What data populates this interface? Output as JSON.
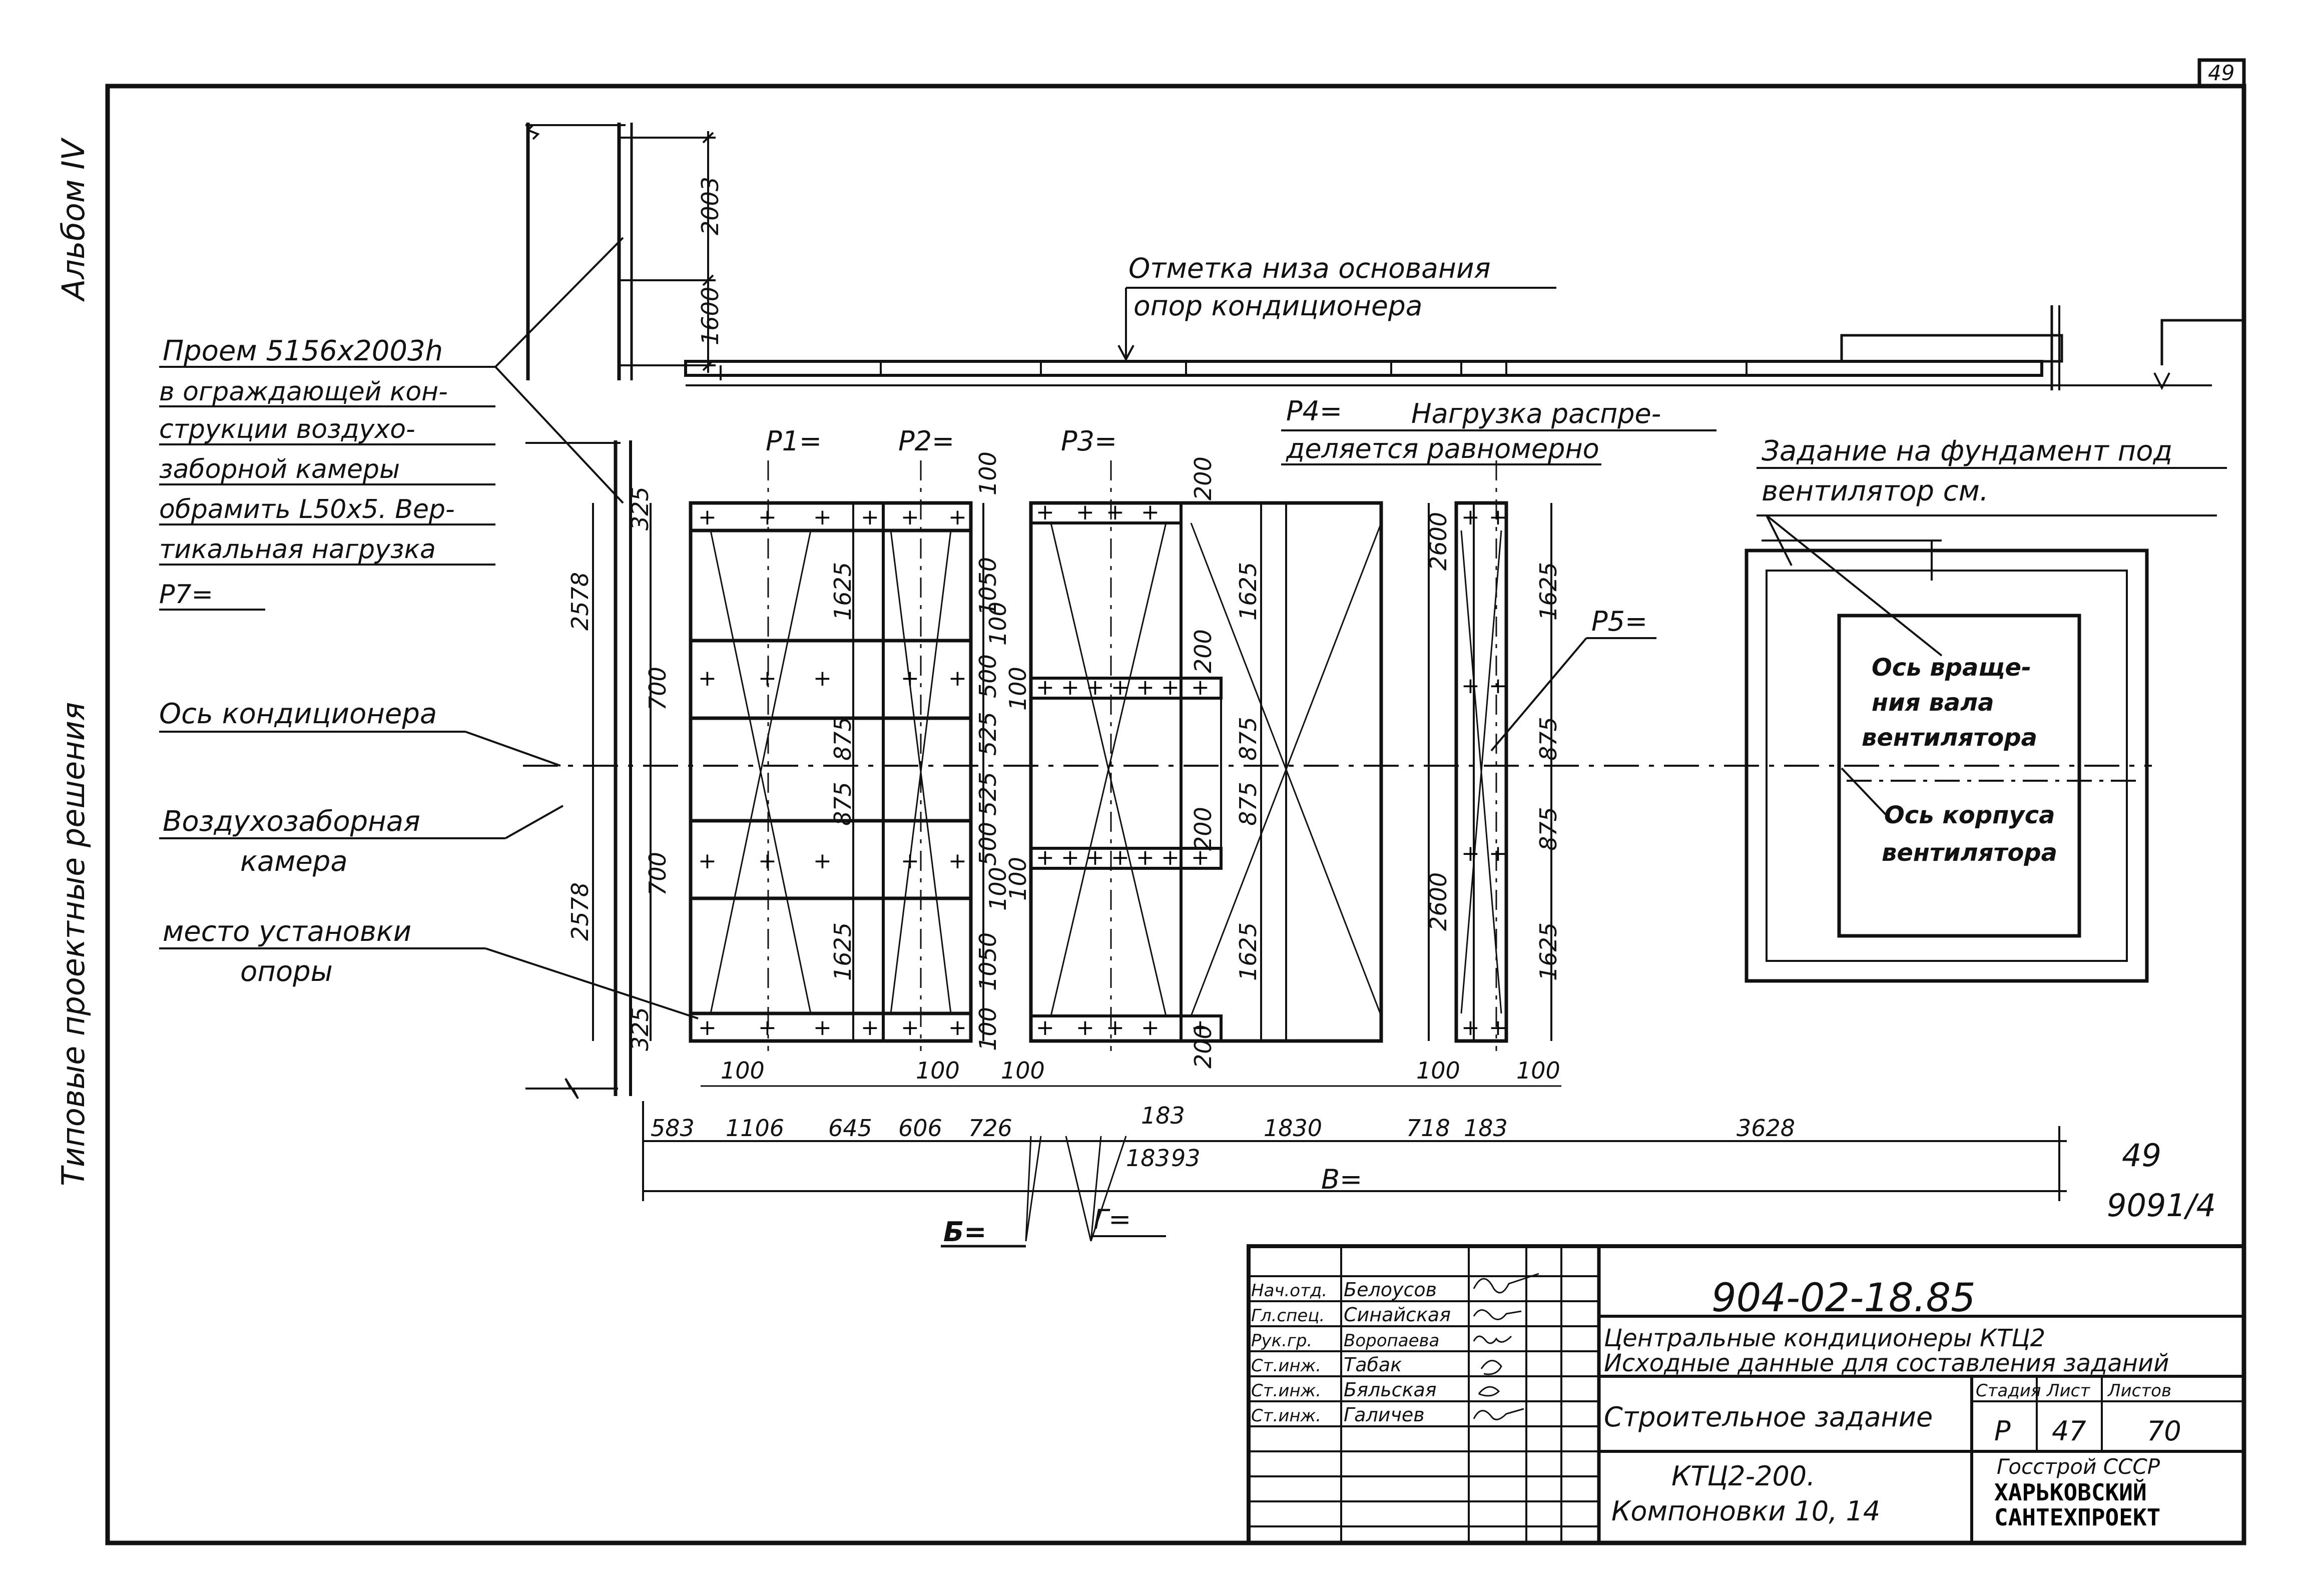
{
  "sheet": {
    "page_number": "49"
  },
  "side_labels": {
    "album": "Альбом IV",
    "series": "Типовые проектные решения"
  },
  "notes": {
    "opening": [
      "Проем 5156х2003h",
      "в ограждающей кон-",
      "струкции воздухо-",
      "заборной камеры",
      "обрамить L50х5. Вер-",
      "тикальная нагрузка",
      "P7="
    ],
    "axis_conditioner": "Ось кондиционера",
    "intake_chamber": [
      "Воздухозаборная",
      "камера"
    ],
    "support_place": [
      "место установки",
      "опоры"
    ],
    "base_level": [
      "Отметка низа основания",
      "опор кондиционера"
    ],
    "p4": "P4=",
    "load_distributed": [
      "Нагрузка распре-",
      "деляется равномерно"
    ],
    "fan_task": [
      "Задание на фундамент под",
      "вентилятор см."
    ],
    "shaft_axis": [
      "Ось враще-",
      "ния вала",
      "вентилятора"
    ],
    "casing_axis": [
      "Ось корпуса",
      "вентилятора"
    ],
    "p1": "P1=",
    "p2": "P2=",
    "p3": "P3=",
    "p5": "P5=",
    "b_label": "Б=",
    "f_label": "Г=",
    "v_label": "В=",
    "sheet_ref": "49",
    "sheet_ref2": "9091/4"
  },
  "dimensions": {
    "upper_2003": "2003",
    "upper_1600": "1600",
    "left_2578_top": "2578",
    "left_2578_bottom": "2578",
    "s325_top": "325",
    "s325_bottom": "325",
    "s700_top": "700",
    "s700_bottom": "700",
    "s1625_a": "1625",
    "s875_a": "875",
    "s875_b": "875",
    "s1625_b": "1625",
    "s100_a": "100",
    "s1050_a": "1050",
    "s100_b": "100",
    "s500_a": "500",
    "s525_a": "525",
    "s525_b": "525",
    "s500_b": "500",
    "s100_c": "100",
    "s1050_b": "1050",
    "s100_d": "100",
    "s100_e": "100",
    "s100_f": "100",
    "s200_a": "200",
    "s200_b": "200",
    "s200_c": "200",
    "s200_d": "200",
    "s1625_c": "1625",
    "s875_c": "875",
    "s875_d": "875",
    "s1625_d": "1625",
    "s2600_top": "2600",
    "s2600_bottom": "2600",
    "s1625_e": "1625",
    "s875_e": "875",
    "s875_f": "875",
    "s1625_f": "1625",
    "b100_a": "100",
    "b100_b": "100",
    "b100_c": "100",
    "b100_d": "100",
    "b100_e": "100",
    "chain": [
      "583",
      "1106",
      "645",
      "606",
      "726",
      "183",
      "1830",
      "718",
      "183",
      "3628"
    ],
    "sub_183": "183",
    "sub_93": "93"
  },
  "title_block": {
    "code": "904-02-18.85",
    "staff": [
      {
        "role": "Нач.отд.",
        "name": "Белоусов"
      },
      {
        "role": "Гл.спец.",
        "name": "Синайская"
      },
      {
        "role": "Рук.гр.",
        "name": "Воропаева"
      },
      {
        "role": "Ст.инж.",
        "name": "Табак"
      },
      {
        "role": "Ст.инж.",
        "name": "Бяльская"
      },
      {
        "role": "Ст.инж.",
        "name": "Галичев"
      }
    ],
    "title_line1": "Центральные кондиционеры КТЦ2",
    "title_line2": "Исходные данные для составления заданий",
    "doc_name": "Строительное задание",
    "stage_header": "Стадия",
    "sheet_header": "Лист",
    "sheets_header": "Листов",
    "stage": "Р",
    "sheet": "47",
    "sheets": "70",
    "model_line1": "КТЦ2-200.",
    "model_line2": "Компоновки 10, 14",
    "org_line1": "Госстрой СССР",
    "org_line2": "ХАРЬКОВСКИЙ",
    "org_line3": "САНТЕХПРОЕКТ"
  }
}
